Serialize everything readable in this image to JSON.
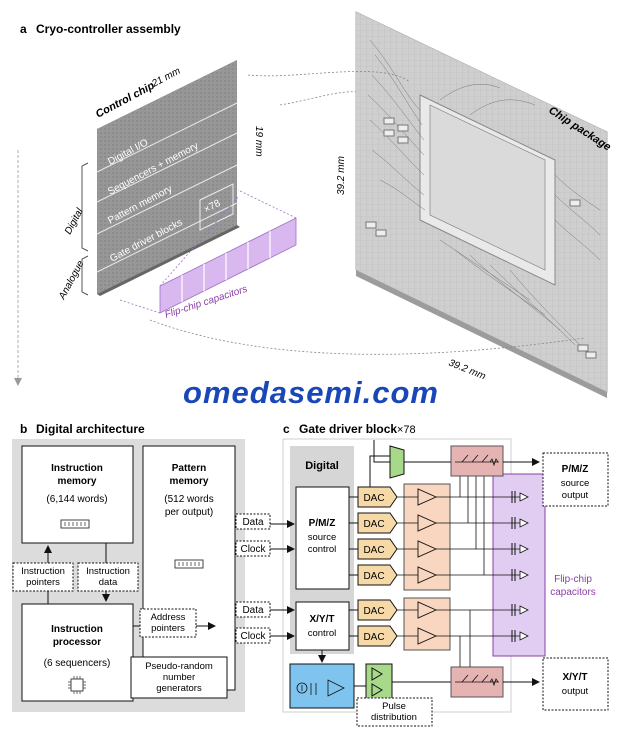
{
  "panel_a": {
    "letter": "a",
    "title": "Cryo-controller assembly",
    "control_chip": "Control chip",
    "chip_width": "21 mm",
    "chip_height": "19 mm",
    "digital_io": "Digital I/O",
    "sequencers_memory": "Sequencers + memory",
    "pattern_memory": "Pattern memory",
    "gate_driver_blocks": "Gate driver blocks",
    "times78": "×78",
    "digital": "Digital",
    "analogue": "Analogue",
    "flip_chip_capacitors": "Flip-chip capacitors",
    "chip_package": "Chip package",
    "pkg_height": "39.2 mm",
    "pkg_width": "39.2 mm"
  },
  "watermark": "omedasemi.com",
  "panel_b": {
    "letter": "b",
    "title": "Digital architecture",
    "instruction_memory": "Instruction memory",
    "instruction_memory_words": "(6,144 words)",
    "pattern_memory": "Pattern memory",
    "pattern_memory_words": "(512 words per output)",
    "instruction_pointers": "Instruction pointers",
    "instruction_data": "Instruction data",
    "instruction_processor": "Instruction processor",
    "sequencers": "(6 sequencers)",
    "address_pointers": "Address pointers",
    "prng": "Pseudo-random number generators"
  },
  "panel_c": {
    "letter": "c",
    "title": "Gate driver block",
    "times78": "×78",
    "digital": "Digital",
    "data1": "Data",
    "clock1": "Clock",
    "data2": "Data",
    "clock2": "Clock",
    "pmz_title": "P/M/Z",
    "pmz_sub": "source control",
    "xyt_title": "X/Y/T",
    "xyt_sub": "control",
    "dac": "DAC",
    "pmz_out_title": "P/M/Z",
    "pmz_out_sub": "source output",
    "xyt_out_title": "X/Y/T",
    "xyt_out_sub": "output",
    "flip_chip_capacitors": "Flip-chip capacitors",
    "pulse_distribution": "Pulse distribution"
  },
  "colors": {
    "purple": "#8a3fa8",
    "dac_fill": "#f6d9a6",
    "amp_fill": "#f8d6c0",
    "switch_fill": "#e6b3b3",
    "cap_fill": "#e2cdf2",
    "pulse_fill": "#7fc3ef",
    "watermark": "#1a47b8",
    "panel_bg": "#dcdcdc"
  }
}
